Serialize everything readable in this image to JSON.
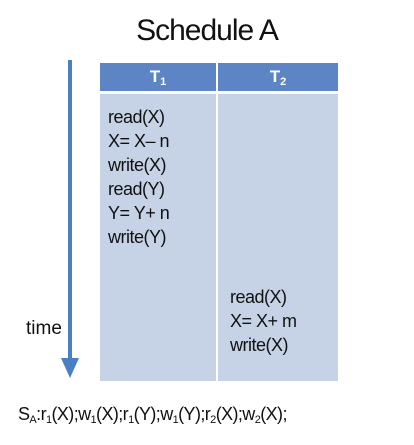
{
  "title": "Schedule A",
  "time_label": "time",
  "table": {
    "columns": [
      {
        "name": "T",
        "sub": "1"
      },
      {
        "name": "T",
        "sub": "2"
      }
    ],
    "t1_ops": [
      "read(X)",
      "X= X– n",
      "write(X)",
      "read(Y)",
      "Y= Y+ n",
      "write(Y)"
    ],
    "t2_ops": [
      "read(X)",
      "X= X+ m",
      "write(X)"
    ]
  },
  "sequence": {
    "prefix": "S",
    "prefix_sub": "A",
    "steps": [
      {
        "op": "r",
        "sub": "1",
        "arg": "(X)"
      },
      {
        "op": "w",
        "sub": "1",
        "arg": "(X)"
      },
      {
        "op": "r",
        "sub": "1",
        "arg": "(Y)"
      },
      {
        "op": "w",
        "sub": "1",
        "arg": "(Y)"
      },
      {
        "op": "r",
        "sub": "2",
        "arg": "(X)"
      },
      {
        "op": "w",
        "sub": "2",
        "arg": "(X)"
      }
    ]
  },
  "colors": {
    "header": "#5d84c4",
    "cell": "#c6d2e5",
    "arrow": "#4a7fc1"
  }
}
